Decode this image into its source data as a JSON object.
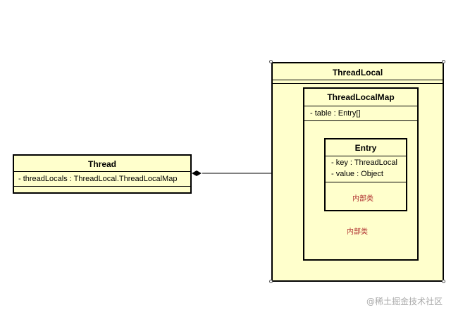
{
  "thread": {
    "name": "Thread",
    "attributes": [
      "- threadLocals : ThreadLocal.ThreadLocalMap"
    ]
  },
  "thread_local": {
    "name": "ThreadLocal"
  },
  "thread_local_map": {
    "name": "ThreadLocalMap",
    "attributes": [
      "- table : Entry[]"
    ],
    "note": "内部类"
  },
  "entry": {
    "name": "Entry",
    "attributes": [
      "- key : ThreadLocal",
      "- value : Object"
    ],
    "note": "内部类"
  },
  "relationship": {
    "type": "composition"
  },
  "watermark": "@稀土掘金技术社区",
  "colors": {
    "class_fill": "#ffffcc",
    "border": "#000000",
    "note_text": "#b03030"
  }
}
